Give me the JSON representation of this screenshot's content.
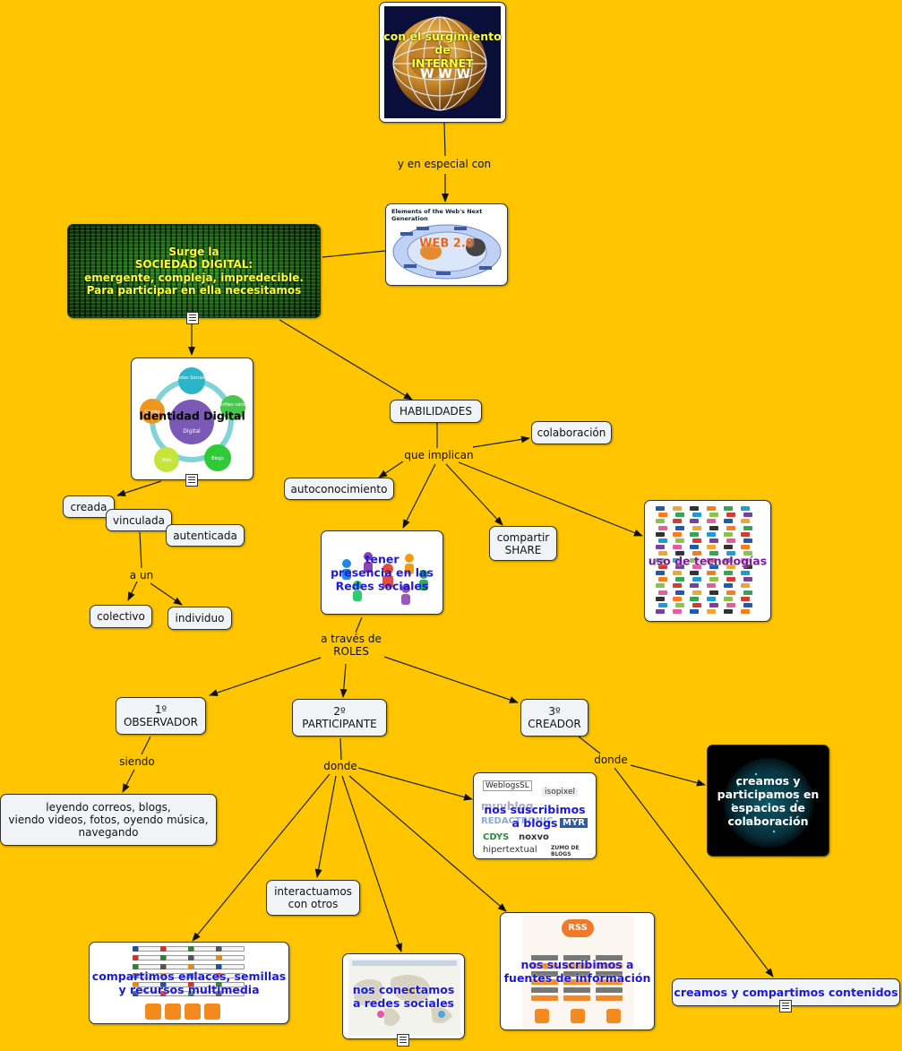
{
  "colors": {
    "background": "#FFC600",
    "node_fill": "#F1F4F6",
    "edge": "#222222",
    "caption_blue": "#1A1AD8"
  },
  "top_image": {
    "caption": "con el surgimiento\nde\nINTERNET",
    "watermark": "W W W"
  },
  "web20_image": {
    "heading": "Elements of the Web's Next Generation",
    "center": "WEB 2.0"
  },
  "sociedad": {
    "text": "Surge la\nSOCIEDAD DIGITAL:\nemergente, compleja, impredecible.\nPara participar en ella necesitamos"
  },
  "identidad": {
    "caption": "Identidad Digital",
    "ring": [
      "Redes Sociales",
      "Perfiles varios",
      "Blogs",
      "Wiki",
      "Correo"
    ],
    "center": "Identidad Digital"
  },
  "nodes": {
    "habilidades": "HABILIDADES",
    "colaboracion": "colaboración",
    "autoconocimiento": "autoconocimiento",
    "compartir": "compartir\nSHARE",
    "creada": "creada",
    "vinculada": "vinculada",
    "autenticada": "autenticada",
    "colectivo": "colectivo",
    "individuo": "individuo",
    "observador": "1º\nOBSERVADOR",
    "participante": "2º\nPARTICIPANTE",
    "creador": "3º\nCREADOR",
    "leyendo": "leyendo correos, blogs,\nviendo videos, fotos, oyendo música,\nnavegando",
    "interactuamos": "interactuamos\ncon otros",
    "creamos_contenidos": "creamos y compartimos contenidos"
  },
  "image_captions": {
    "tener": "tener\npresencia en las\nRedes sociales",
    "tecnologias": "uso de tecnologías",
    "blogs": "nos suscribimos\na blogs",
    "espacios": "creamos y\nparticipamos en\nespacios de\ncolaboración",
    "enlaces": "compartimos enlaces, semillas\ny recursos multimedia",
    "redes": "nos conectamos\na redes sociales",
    "fuentes": "nos suscribimos a\nfuentes de información"
  },
  "blog_logos": [
    "WeblogsSL",
    "isopixel",
    "muyblog",
    "REDACTRONIC",
    "CDYS",
    "noxvo",
    "MYR",
    "hipertextual",
    "ZUMO DE BLOGS"
  ],
  "rss_badge": "RSS",
  "links": {
    "y_en_especial": "y en especial con",
    "que_implican": "que implican",
    "a_un": "a un",
    "a_traves": "a través de\nROLES",
    "siendo": "siendo",
    "donde_participante": "donde",
    "donde_creador": "donde"
  }
}
